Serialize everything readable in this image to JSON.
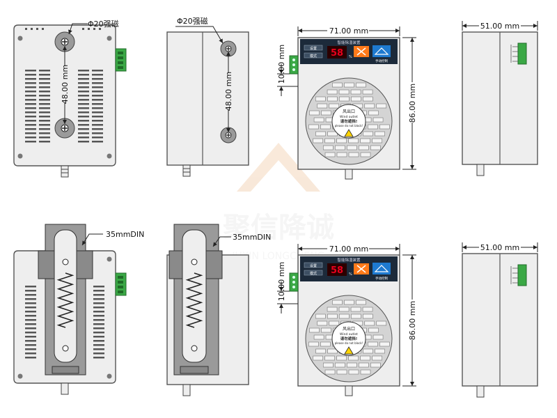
{
  "labels": {
    "magnet_1": "Φ20强磁",
    "magnet_2": "Φ20强磁",
    "mount_spacing_1": "48.00 mm",
    "mount_spacing_2": "48.00 mm",
    "width_front_1": "71.00 mm",
    "width_front_2": "71.00 mm",
    "height_front_1": "86.00 mm",
    "height_front_2": "86.00 mm",
    "terminal_offset_1": "10.00 mm",
    "terminal_offset_2": "10.00 mm",
    "depth_side_1": "51.00 mm",
    "depth_side_2": "51.00 mm",
    "din_1": "35mmDIN",
    "din_2": "35mmDIN"
  },
  "panel": {
    "title": "智能除湿装置",
    "btn_set": "设置",
    "btn_mode": "模式",
    "reading": "58",
    "unit": "%",
    "manual": "手动控制"
  },
  "badge": {
    "line1": "风出口",
    "line2": "Wind outlet",
    "line3": "请勿遮挡!",
    "line4": "please do not block!"
  },
  "watermark": {
    "brand_cn": "聚信降诚",
    "brand_en": "JUXIN LONGCHENG"
  },
  "colors": {
    "body": "#eeeeee",
    "outline": "#555555",
    "panel_dark": "#1c2a3a",
    "display_red": "#e8001c",
    "alarm_orange": "#ff7a1a",
    "blue_icon": "#1e7ad0",
    "terminal_green": "#3aa845",
    "badge_yellow": "#ffd400",
    "watermark": "#e7a76b"
  }
}
